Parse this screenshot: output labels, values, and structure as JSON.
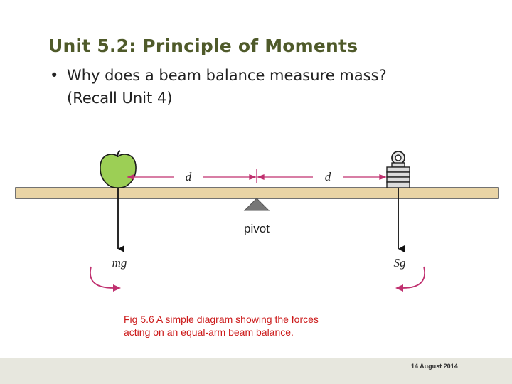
{
  "slide": {
    "title": "Unit 5.2:  Principle of Moments",
    "bullets": [
      {
        "marker": "•",
        "line1": "Why does a beam balance measure mass?",
        "line2": "(Recall Unit 4)"
      }
    ]
  },
  "diagram": {
    "left_distance_label": "d",
    "right_distance_label": "d",
    "pivot_label": "pivot",
    "left_force_label": "mg",
    "right_force_label": "Sg",
    "colors": {
      "beam_fill": "#e9d4a5",
      "beam_stroke": "#444444",
      "apple": "#9ccf55",
      "distance_arrow": "#c0306f",
      "rotation_arrow": "#c0306f",
      "pivot": "#777777"
    }
  },
  "caption": {
    "line1": "Fig 5.6 A simple diagram showing the forces",
    "line2": "acting on an equal-arm beam balance."
  },
  "footer": {
    "date": "14 August 2014"
  }
}
